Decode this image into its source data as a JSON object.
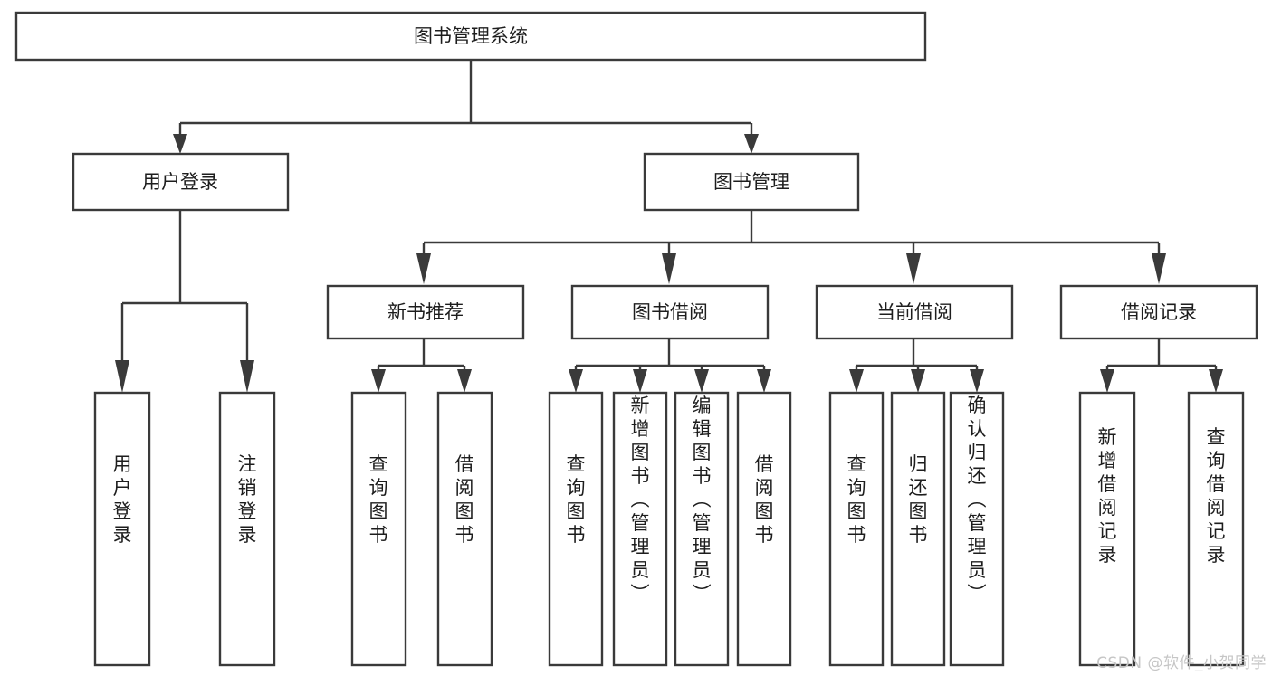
{
  "diagram": {
    "type": "tree-hierarchy-chart",
    "title": "图书管理系统",
    "colors": {
      "box_stroke": "#3a3a3a",
      "box_fill": "#ffffff",
      "text": "#1d1d1d",
      "connector": "#3a3a3a",
      "watermark": "#c6c6c6",
      "background": "#ffffff"
    },
    "root": {
      "label": "图书管理系统"
    },
    "level2": [
      {
        "label": "用户登录"
      },
      {
        "label": "图书管理"
      }
    ],
    "level3": [
      {
        "label": "新书推荐"
      },
      {
        "label": "图书借阅"
      },
      {
        "label": "当前借阅"
      },
      {
        "label": "借阅记录"
      }
    ],
    "leaves": {
      "user_login": [
        {
          "label": "用户登录"
        },
        {
          "label": "注销登录"
        }
      ],
      "new_book_recommend": [
        {
          "label": "查询图书"
        },
        {
          "label": "借阅图书"
        }
      ],
      "book_borrow": [
        {
          "label": "查询图书"
        },
        {
          "label": "新增图书（管理员）"
        },
        {
          "label": "编辑图书（管理员）"
        },
        {
          "label": "借阅图书"
        }
      ],
      "current_borrow": [
        {
          "label": "查询图书"
        },
        {
          "label": "归还图书"
        },
        {
          "label": "确认归还（管理员）"
        }
      ],
      "borrow_record": [
        {
          "label": "新增借阅记录"
        },
        {
          "label": "查询借阅记录"
        }
      ]
    }
  },
  "watermark": {
    "text": "CSDN @软件_小贺同学"
  }
}
